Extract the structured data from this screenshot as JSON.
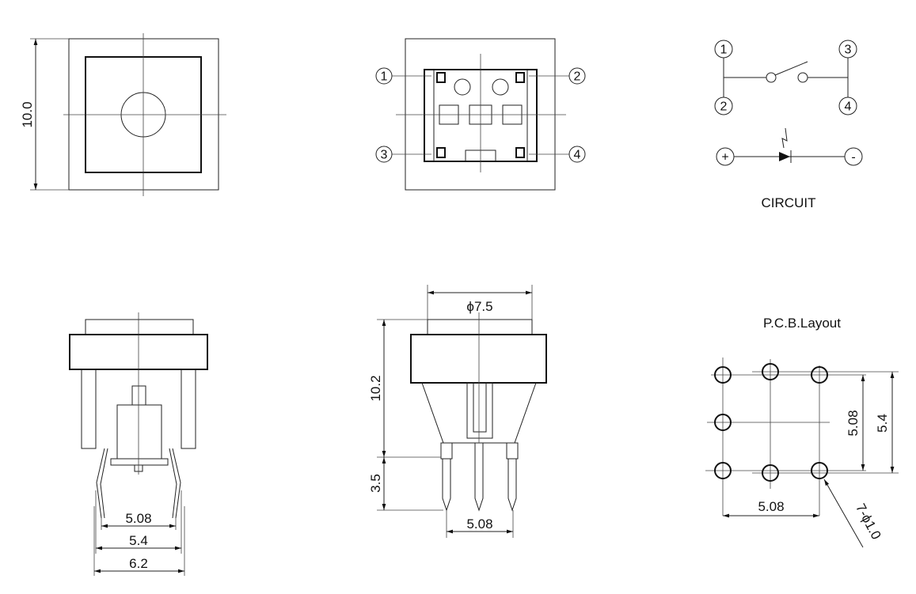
{
  "top_view": {
    "dim_height": "10.0"
  },
  "bottom_view": {
    "pins": [
      "1",
      "2",
      "3",
      "4"
    ]
  },
  "circuit": {
    "title": "CIRCUIT",
    "switch_pins": [
      "1",
      "3",
      "2",
      "4"
    ],
    "led_plus": "+",
    "led_minus": "-"
  },
  "side_view_front": {
    "dims": [
      "5.08",
      "5.4",
      "6.2"
    ]
  },
  "side_view_side": {
    "dim_diameter": "ϕ7.5",
    "dim_height": "10.2",
    "dim_pin": "3.5",
    "dim_pitch": "5.08"
  },
  "pcb_layout": {
    "title": "P.C.B.Layout",
    "dim_vertical_inner": "5.08",
    "dim_vertical_outer": "5.4",
    "dim_horizontal": "5.08",
    "hole_note": "7-ϕ1.0"
  }
}
